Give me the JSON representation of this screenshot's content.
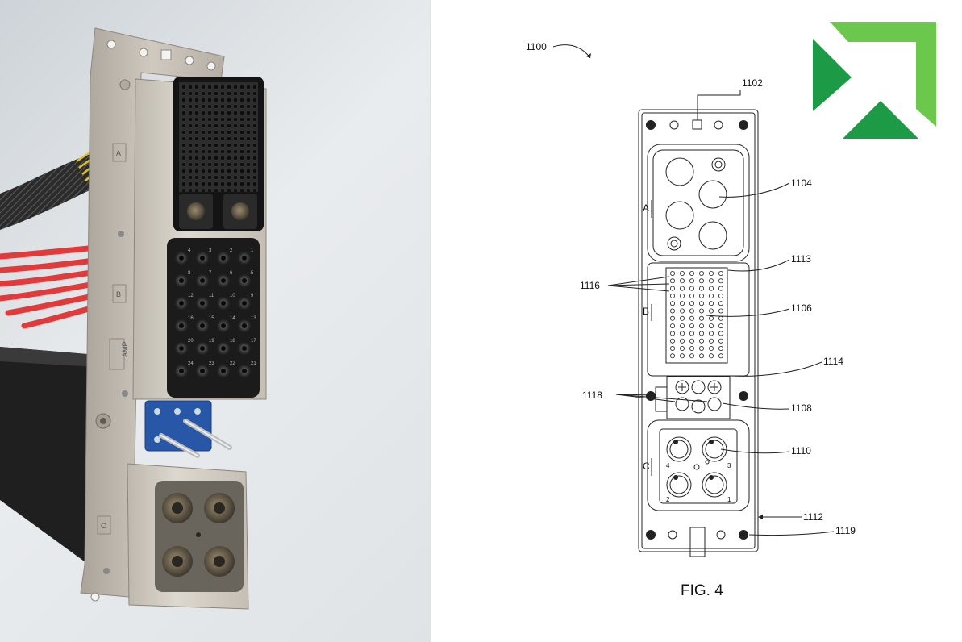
{
  "photo": {
    "markings": {
      "section_a": "A",
      "section_b": "B",
      "brand": "AMP",
      "section_c": "C"
    },
    "pin_numbers": [
      "4",
      "3",
      "2",
      "1",
      "8",
      "7",
      "6",
      "5",
      "12",
      "11",
      "10",
      "9",
      "16",
      "15",
      "14",
      "13",
      "20",
      "19",
      "18",
      "17",
      "24",
      "23",
      "22",
      "21"
    ]
  },
  "drawing": {
    "figure_label": "FIG. 4",
    "section_labels": {
      "a": "A",
      "b": "B",
      "c": "C"
    },
    "contact_numbers": [
      "4",
      "3",
      "2",
      "1"
    ],
    "callouts": {
      "c1100": "1100",
      "c1102": "1102",
      "c1104": "1104",
      "c1113": "1113",
      "c1116": "1116",
      "c1106": "1106",
      "c1114": "1114",
      "c1118": "1118",
      "c1108": "1108",
      "c1110": "1110",
      "c1112": "1112",
      "c1119": "1119"
    }
  },
  "logo": {
    "icon": "green-arrow-logo-icon",
    "colors": {
      "light": "#6cc84c",
      "dark": "#1c9a45"
    }
  }
}
